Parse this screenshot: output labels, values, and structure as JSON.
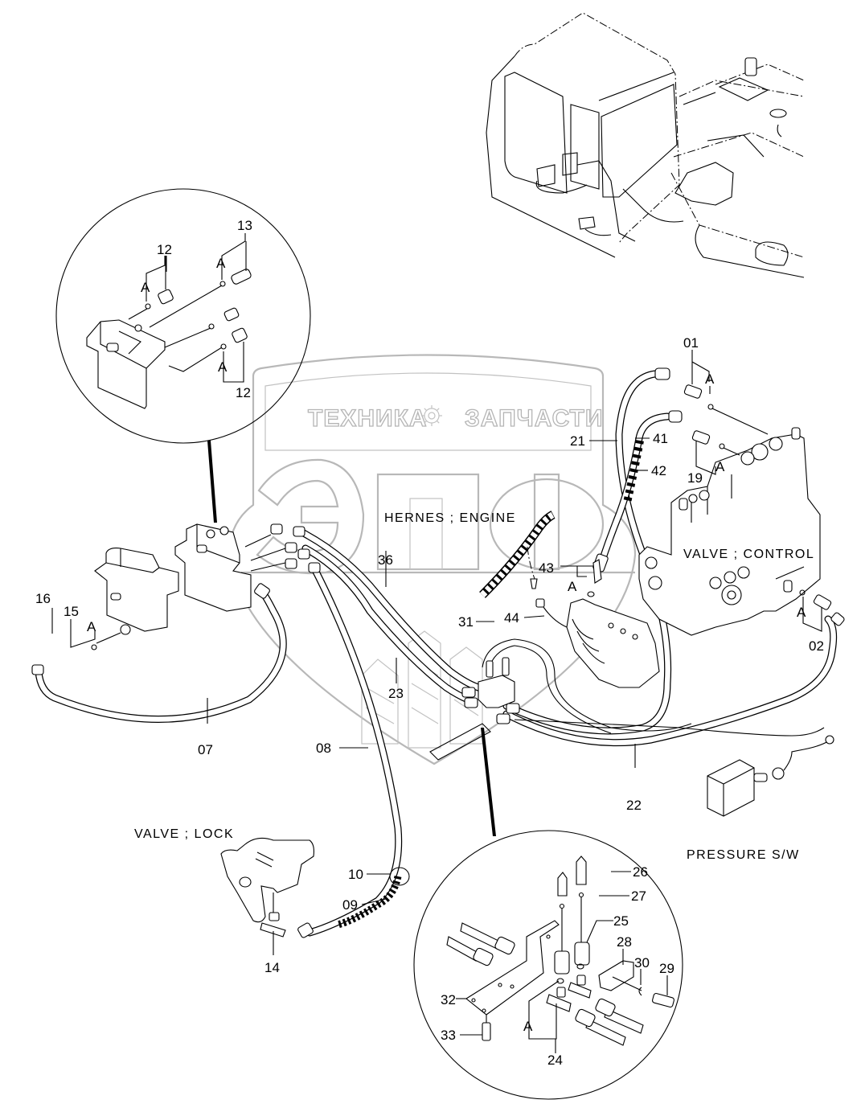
{
  "diagram": {
    "type": "exploded-parts-diagram",
    "subject": "Pilot hydraulic piping with pilot valves, lock valve and pressure switch",
    "watermark": {
      "top_text_left": "ТЕХНИКА",
      "top_text_right": "ЗАПЧАСТИ",
      "logo_letters": "ЭЛФ",
      "icon": "gear-icon"
    },
    "captions": {
      "harness_engine": "HERNES ; ENGINE",
      "valve_control": "VALVE ; CONTROL",
      "valve_lock": "VALVE ; LOCK",
      "pressure_switch": "PRESSURE S/W"
    },
    "detail_marker": "A",
    "part_labels": {
      "p01": "01",
      "p02": "02",
      "p07": "07",
      "p08": "08",
      "p09": "09",
      "p10": "10",
      "p12a": "12",
      "p12b": "12",
      "p13": "13",
      "p14": "14",
      "p15": "15",
      "p16": "16",
      "p19": "19",
      "p21": "21",
      "p22": "22",
      "p23": "23",
      "p24": "24",
      "p25": "25",
      "p26": "26",
      "p27": "27",
      "p28": "28",
      "p29": "29",
      "p30": "30",
      "p31": "31",
      "p32": "32",
      "p33": "33",
      "p36": "36",
      "p41": "41",
      "p42": "42",
      "p43": "43",
      "p44": "44"
    }
  }
}
